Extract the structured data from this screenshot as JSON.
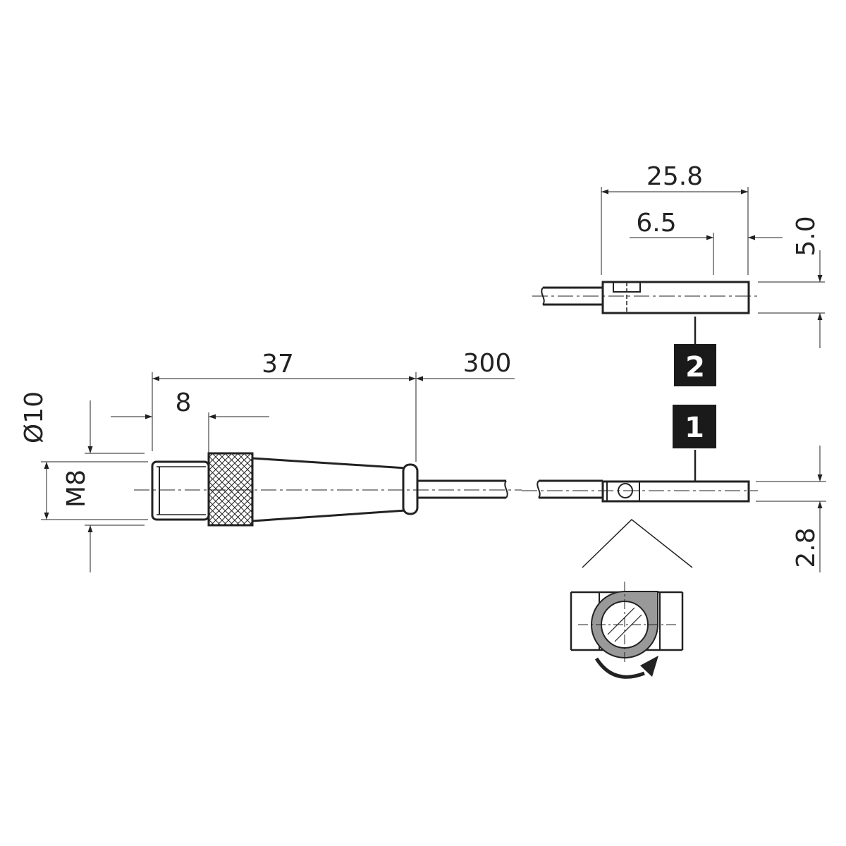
{
  "dimensions": {
    "d_25_8": "25.8",
    "d_6_5": "6.5",
    "d_5_0": "5.0",
    "d_37": "37",
    "d_8": "8",
    "d_300": "300",
    "d_dia10": "Ø10",
    "d_m8": "M8",
    "d_2_8": "2.8"
  },
  "callouts": {
    "label_1": "1",
    "label_2": "2"
  },
  "colors": {
    "line": "#222222",
    "badge_bg": "#1a1a1a",
    "badge_text": "#ffffff",
    "ring": "#999999"
  }
}
